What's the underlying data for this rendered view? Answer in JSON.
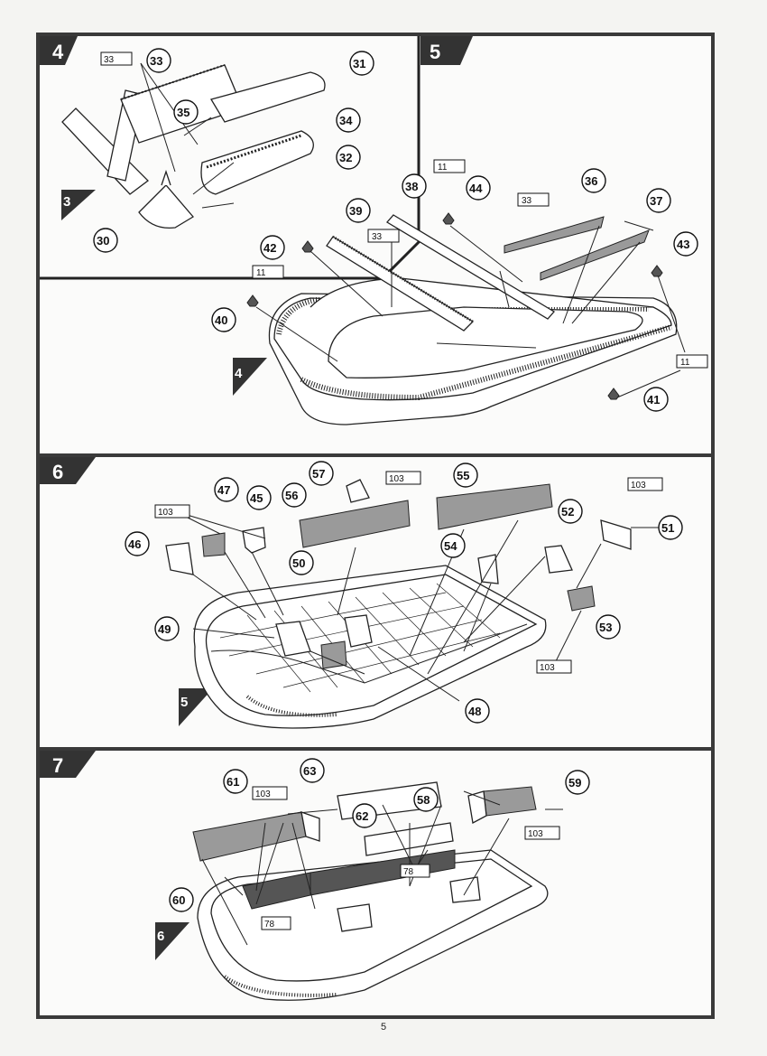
{
  "page": {
    "number": "5"
  },
  "steps": [
    {
      "step": "4",
      "ref_step": "3",
      "callouts": [
        "30",
        "31",
        "32",
        "33",
        "34",
        "35"
      ],
      "paint_labels": [
        "33"
      ]
    },
    {
      "step": "5",
      "ref_step": "4",
      "callouts": [
        "36",
        "37",
        "38",
        "39",
        "40",
        "41",
        "42",
        "43",
        "44"
      ],
      "paint_labels": [
        "11",
        "33",
        "33",
        "11",
        "11"
      ]
    },
    {
      "step": "6",
      "ref_step": "5",
      "callouts": [
        "45",
        "46",
        "47",
        "48",
        "49",
        "50",
        "51",
        "52",
        "53",
        "54",
        "55",
        "56",
        "57"
      ],
      "paint_labels": [
        "103",
        "103",
        "103",
        "103"
      ]
    },
    {
      "step": "7",
      "ref_step": "6",
      "callouts": [
        "58",
        "59",
        "60",
        "61",
        "62",
        "63"
      ],
      "paint_labels": [
        "103",
        "103",
        "78",
        "78"
      ]
    }
  ]
}
